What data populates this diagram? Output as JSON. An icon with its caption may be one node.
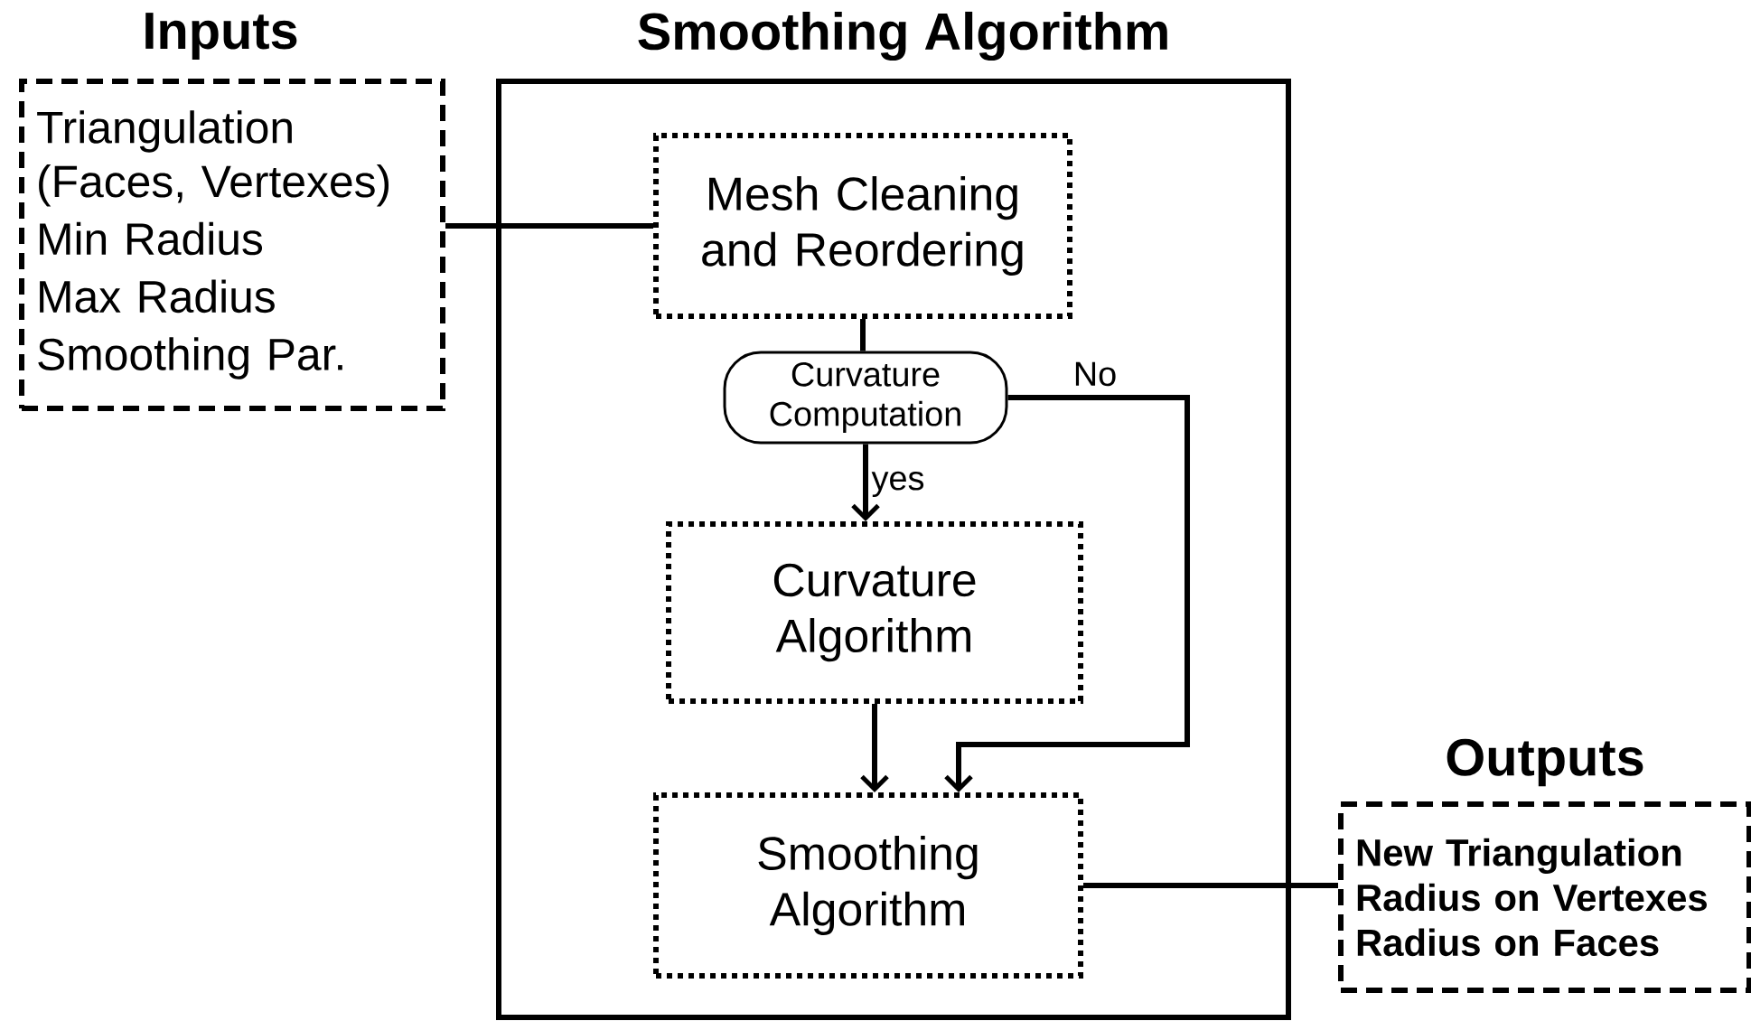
{
  "diagram": {
    "nodes": [
      {
        "text": [
          "Inputs",
          "Triangulation (Faces, Vertexes)",
          "Min Radius",
          "Max Radius",
          "Smoothing Par."
        ]
      },
      {
        "text": [
          "Smoothing Algorithm"
        ]
      },
      {
        "text": [
          "Mesh Cleaning and Reordering"
        ],
        "in": 1
      },
      {
        "text": [
          "Curvature Computation"
        ],
        "in": 1
      },
      {
        "text": [
          "Curvature Algorithm"
        ],
        "in": 1
      },
      {
        "text": [
          "Smoothing Algorithm"
        ],
        "in": 1
      },
      {
        "text": [
          "Outputs",
          "New Triangulation",
          "Radius on Vertexes",
          "Radius on Faces"
        ]
      }
    ],
    "edges": [
      {
        "from": 0,
        "to": 2,
        "arrow": "none"
      },
      {
        "from": 2,
        "to": 3,
        "arrow": "none"
      },
      {
        "from": 3,
        "to": 4,
        "arrow": "to",
        "label": "yes"
      },
      {
        "from": 3,
        "to": 5,
        "arrow": "to",
        "label": "No"
      },
      {
        "from": 4,
        "to": 5,
        "arrow": "to"
      },
      {
        "from": 5,
        "to": 6,
        "arrow": "none"
      }
    ]
  }
}
